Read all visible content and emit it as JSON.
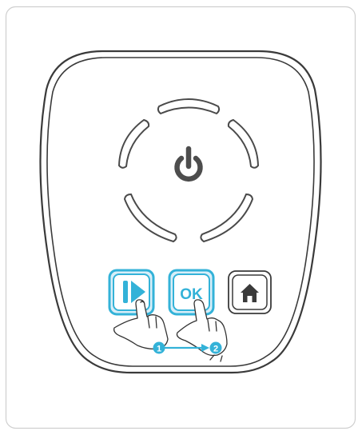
{
  "device": {
    "power_button": {
      "icon": "power-icon"
    },
    "buttons": [
      {
        "name": "play-button",
        "icon": "play-icon",
        "highlighted": true
      },
      {
        "name": "ok-button",
        "label": "OK",
        "highlighted": true
      },
      {
        "name": "home-button",
        "icon": "home-icon",
        "highlighted": false
      }
    ]
  },
  "steps": [
    {
      "number": "1"
    },
    {
      "number": "2"
    }
  ],
  "colors": {
    "accent": "#33b2d8",
    "accent_light": "#d8eef8",
    "outline": "#3a3a3a",
    "ring": "#4a4a4a",
    "icon_dark": "#4d4d4d",
    "frame": "#cfcfcf"
  }
}
